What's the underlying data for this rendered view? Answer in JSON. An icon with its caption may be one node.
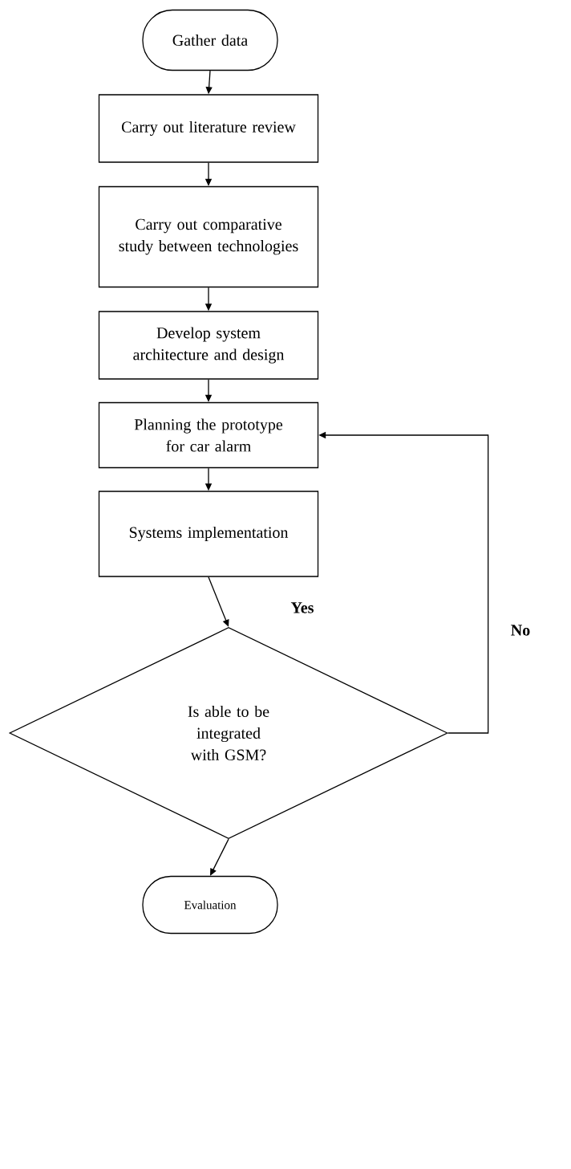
{
  "diagram": {
    "nodes": [
      {
        "text": [
          "Gather data"
        ]
      },
      {
        "text": [
          "Carry out literature review"
        ]
      },
      {
        "text": [
          "Carry out comparative study between technologies"
        ]
      },
      {
        "text": [
          "Develop system architecture and design"
        ]
      },
      {
        "text": [
          "Planning the prototype for car alarm"
        ]
      },
      {
        "text": [
          "Systems implementation"
        ]
      },
      {
        "text": [
          "Is able to be integrated with GSM?"
        ]
      },
      {
        "text": [
          "Evaluation"
        ]
      }
    ],
    "edges": [
      {
        "from": 0,
        "to": 1,
        "arrow": "to"
      },
      {
        "from": 1,
        "to": 2,
        "arrow": "to"
      },
      {
        "from": 2,
        "to": 3,
        "arrow": "to"
      },
      {
        "from": 3,
        "to": 4,
        "arrow": "to"
      },
      {
        "from": 4,
        "to": 5,
        "arrow": "to"
      },
      {
        "from": 5,
        "to": 6,
        "arrow": "to"
      },
      {
        "from": 6,
        "to": 4,
        "arrow": "to"
      },
      {
        "from": 6,
        "to": 7,
        "arrow": "to"
      }
    ],
    "labels": [
      "Yes",
      "No"
    ]
  }
}
